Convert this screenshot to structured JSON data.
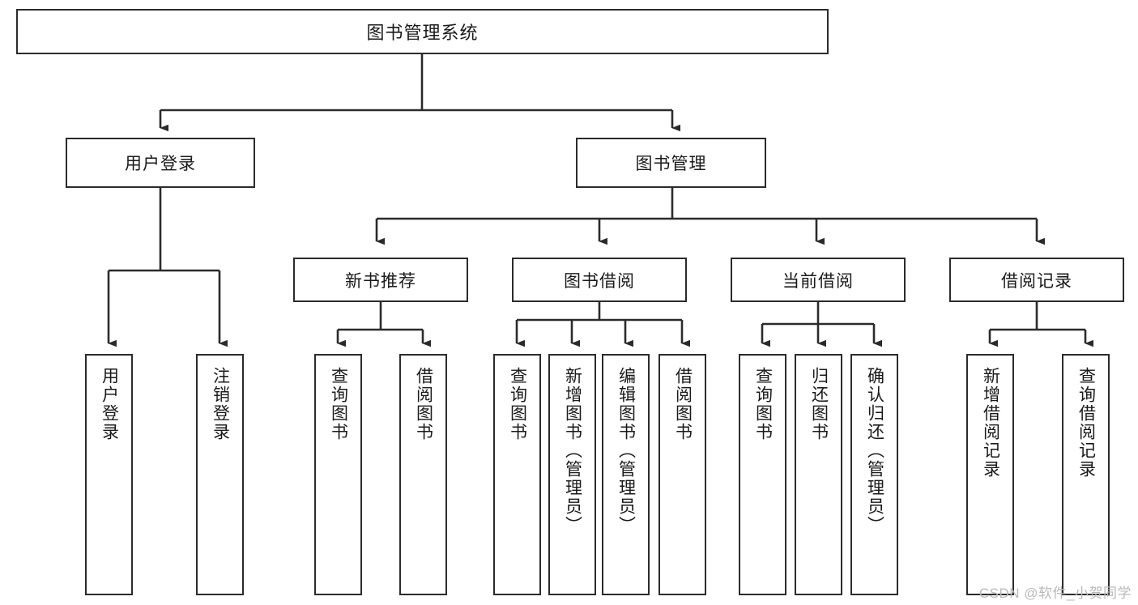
{
  "diagram": {
    "type": "tree",
    "title": "图书管理系统",
    "root": {
      "id": "root",
      "label": "图书管理系统",
      "orientation": "horizontal"
    },
    "level2": [
      {
        "id": "user-login",
        "label": "用户登录",
        "orientation": "horizontal"
      },
      {
        "id": "book-manage",
        "label": "图书管理",
        "orientation": "horizontal"
      }
    ],
    "level3": [
      {
        "id": "new-book-recommend",
        "label": "新书推荐",
        "orientation": "horizontal",
        "parent": "book-manage"
      },
      {
        "id": "book-borrow",
        "label": "图书借阅",
        "orientation": "horizontal",
        "parent": "book-manage"
      },
      {
        "id": "current-borrow",
        "label": "当前借阅",
        "orientation": "horizontal",
        "parent": "book-manage"
      },
      {
        "id": "borrow-record",
        "label": "借阅记录",
        "orientation": "horizontal",
        "parent": "book-manage"
      }
    ],
    "leaves": [
      {
        "id": "leaf-user-login",
        "label": "用户登录",
        "parent": "user-login"
      },
      {
        "id": "leaf-user-logout",
        "label": "注销登录",
        "parent": "user-login"
      },
      {
        "id": "leaf-query-book-1",
        "label": "查询图书",
        "parent": "new-book-recommend"
      },
      {
        "id": "leaf-borrow-book-1",
        "label": "借阅图书",
        "parent": "new-book-recommend"
      },
      {
        "id": "leaf-query-book-2",
        "label": "查询图书",
        "parent": "book-borrow"
      },
      {
        "id": "leaf-add-book",
        "label": "新增图书（管理员）",
        "parent": "book-borrow"
      },
      {
        "id": "leaf-edit-book",
        "label": "编辑图书（管理员）",
        "parent": "book-borrow"
      },
      {
        "id": "leaf-borrow-book-2",
        "label": "借阅图书",
        "parent": "book-borrow"
      },
      {
        "id": "leaf-query-book-3",
        "label": "查询图书",
        "parent": "current-borrow"
      },
      {
        "id": "leaf-return-book",
        "label": "归还图书",
        "parent": "current-borrow"
      },
      {
        "id": "leaf-confirm-return",
        "label": "确认归还（管理员）",
        "parent": "current-borrow"
      },
      {
        "id": "leaf-add-record",
        "label": "新增借阅记录",
        "parent": "borrow-record"
      },
      {
        "id": "leaf-query-record",
        "label": "查询借阅记录",
        "parent": "borrow-record"
      }
    ],
    "colors": {
      "stroke": "#2b2b2b",
      "fill": "#ffffff",
      "text": "#1a1a1a",
      "watermark": "#b9b9b9"
    }
  },
  "watermark": {
    "text": "CSDN @软件_小贺同学"
  }
}
